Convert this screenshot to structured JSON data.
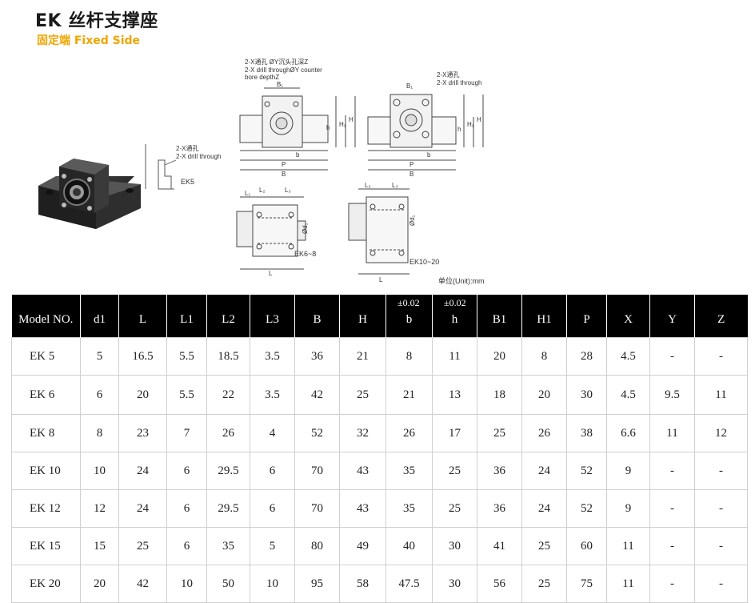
{
  "header": {
    "title": "EK 丝杆支撑座",
    "subtitle": "固定端 Fixed Side"
  },
  "figure": {
    "label_ek5": "EK5",
    "label_ek6_8": "EK6~8",
    "label_ek10_20": "EK10~20",
    "unit_note": "单位(Unit):mm",
    "left_note_cn": "2-X通孔",
    "left_note_en": "2-X drill through",
    "top_note_cn": "2-X通孔 ØY沉头孔深Z",
    "top_note_en1": "2-X drill throughØY counter",
    "top_note_en2": "bore depthZ",
    "right_note_cn": "2-X通孔",
    "right_note_en": "2-X drill through",
    "dim_B1": "B₁",
    "dim_B": "B",
    "dim_P": "P",
    "dim_b": "b",
    "dim_h": "h",
    "dim_H": "H",
    "dim_H1": "H₁",
    "dim_L": "L",
    "dim_L1": "L₁",
    "dim_L2": "L₂",
    "dim_L3": "L₃",
    "dim_d1": "Ød₁"
  },
  "table": {
    "tolerance": "±0.02",
    "headers": [
      "Model NO.",
      "d1",
      "L",
      "L1",
      "L2",
      "L3",
      "B",
      "H",
      "b",
      "h",
      "B1",
      "H1",
      "P",
      "X",
      "Y",
      "Z"
    ],
    "rows": [
      [
        "EK  5",
        "5",
        "16.5",
        "5.5",
        "18.5",
        "3.5",
        "36",
        "21",
        "8",
        "11",
        "20",
        "8",
        "28",
        "4.5",
        "-",
        "-"
      ],
      [
        "EK  6",
        "6",
        "20",
        "5.5",
        "22",
        "3.5",
        "42",
        "25",
        "21",
        "13",
        "18",
        "20",
        "30",
        "4.5",
        "9.5",
        "11"
      ],
      [
        "EK  8",
        "8",
        "23",
        "7",
        "26",
        "4",
        "52",
        "32",
        "26",
        "17",
        "25",
        "26",
        "38",
        "6.6",
        "11",
        "12"
      ],
      [
        "EK 10",
        "10",
        "24",
        "6",
        "29.5",
        "6",
        "70",
        "43",
        "35",
        "25",
        "36",
        "24",
        "52",
        "9",
        "-",
        "-"
      ],
      [
        "EK 12",
        "12",
        "24",
        "6",
        "29.5",
        "6",
        "70",
        "43",
        "35",
        "25",
        "36",
        "24",
        "52",
        "9",
        "-",
        "-"
      ],
      [
        "EK 15",
        "15",
        "25",
        "6",
        "35",
        "5",
        "80",
        "49",
        "40",
        "30",
        "41",
        "25",
        "60",
        "11",
        "-",
        "-"
      ],
      [
        "EK 20",
        "20",
        "42",
        "10",
        "50",
        "10",
        "95",
        "58",
        "47.5",
        "30",
        "56",
        "25",
        "75",
        "11",
        "-",
        "-"
      ]
    ]
  },
  "colors": {
    "header_bg": "#000000",
    "subtitle": "#f0a500",
    "block_body": "#2b2b2b"
  }
}
